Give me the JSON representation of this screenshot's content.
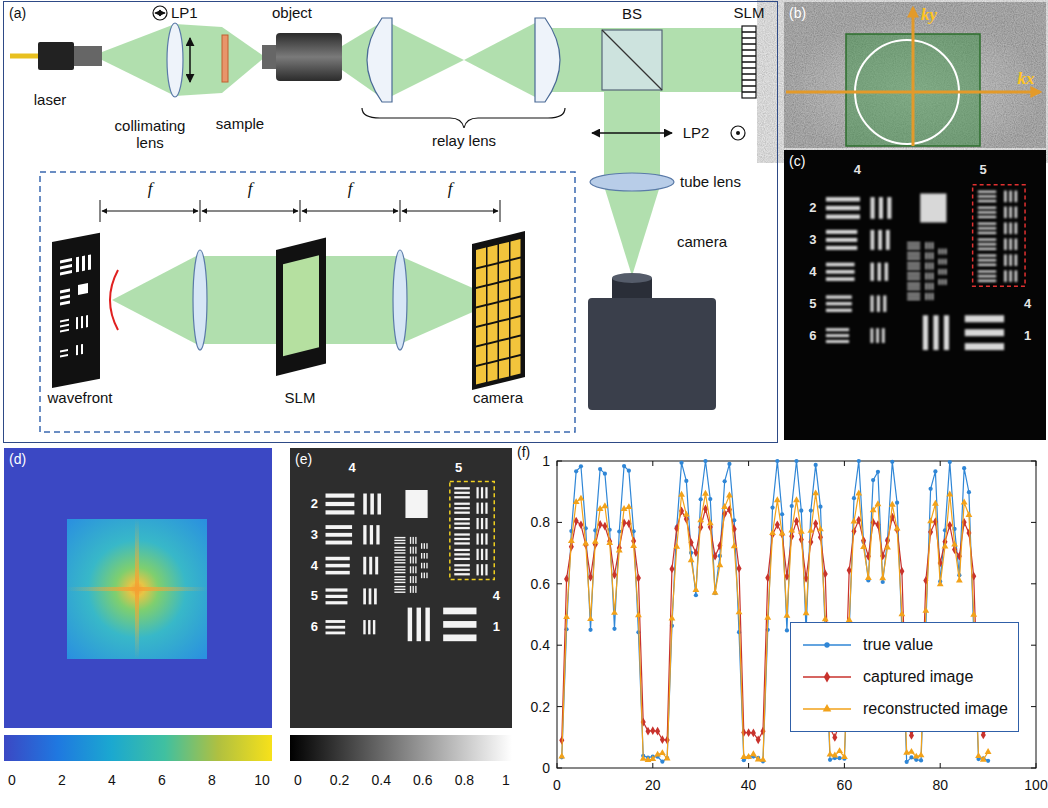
{
  "diagram": {
    "nodes": [
      {
        "text": [
          "(a)"
        ]
      },
      {
        "text": [
          "(b)"
        ]
      },
      {
        "text": [
          "(c)"
        ]
      },
      {
        "text": [
          "(d)"
        ]
      },
      {
        "text": [
          "(e)"
        ]
      }
    ],
    "labels": [
      "LP1",
      "laser",
      "collimating lens",
      "sample",
      "object",
      "relay lens",
      "BS",
      "SLM",
      "LP2",
      "tube lens",
      "camera",
      "f",
      "f",
      "f",
      "f",
      "wavefront",
      "SLM",
      "camera",
      "ky",
      "kx",
      "4",
      "2",
      "3",
      "4",
      "5",
      "6",
      "5",
      "4",
      "1",
      "0",
      "2",
      "4",
      "6",
      "8",
      "10",
      "4",
      "2",
      "3",
      "4",
      "5",
      "6",
      "5",
      "4",
      "1",
      "0",
      "0.2",
      "0.4",
      "0.6",
      "0.8",
      "1",
      "(f)",
      "1",
      "0.8",
      "0.6",
      "0.4",
      "0.2",
      "0",
      "0",
      "20",
      "40",
      "60",
      "80",
      "100"
    ],
    "legend": [
      {
        "text": "true value"
      },
      {
        "text": "captured image"
      },
      {
        "text": "reconstructed image"
      }
    ]
  }
}
